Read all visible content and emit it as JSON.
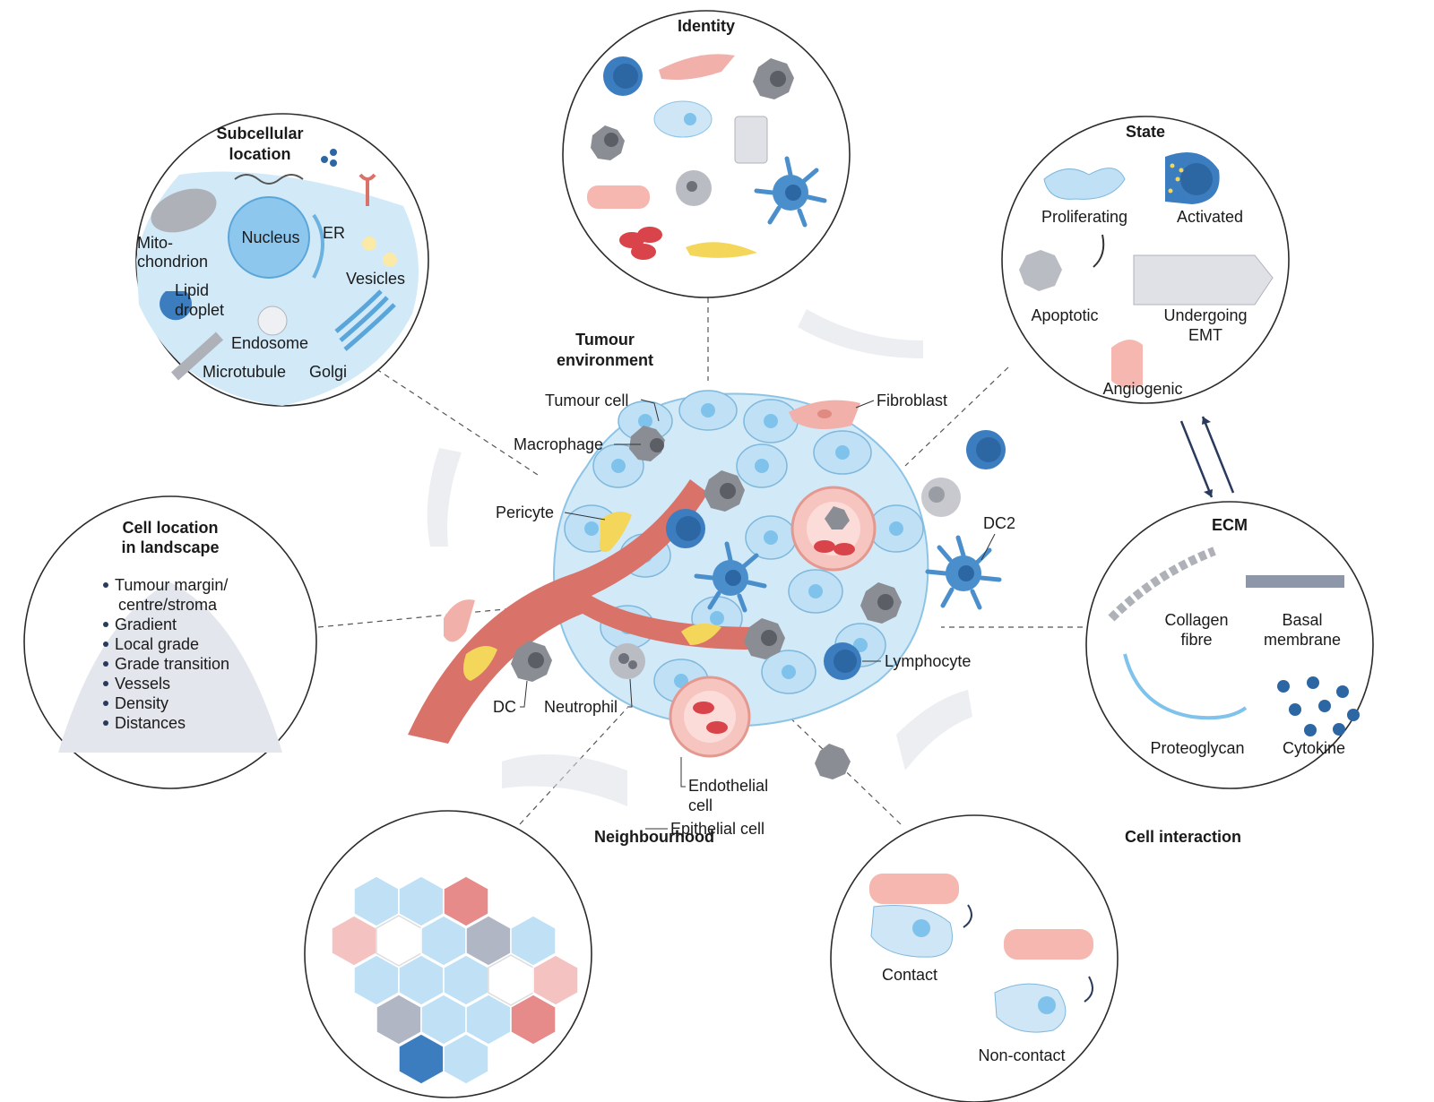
{
  "center": {
    "title": "Tumour environment",
    "labels": {
      "tumour_cell": "Tumour cell",
      "fibroblast": "Fibroblast",
      "macrophage": "Macrophage",
      "pericyte": "Pericyte",
      "dc2": "DC2",
      "lymphocyte": "Lymphocyte",
      "dc": "DC",
      "neutrophil": "Neutrophil",
      "endothelial_line1": "Endothelial",
      "endothelial_line2": "cell",
      "epithelial": "Epithelial cell"
    }
  },
  "identity": {
    "title": "Identity"
  },
  "subcellular": {
    "title_line1": "Subcellular",
    "title_line2": "location",
    "labels": {
      "nucleus": "Nucleus",
      "er": "ER",
      "mito_line1": "Mito-",
      "mito_line2": "chondrion",
      "vesicles": "Vesicles",
      "lipid_line1": "Lipid",
      "lipid_line2": "droplet",
      "endosome": "Endosome",
      "microtubule": "Microtubule",
      "golgi": "Golgi"
    }
  },
  "state": {
    "title": "State",
    "labels": {
      "proliferating": "Proliferating",
      "activated": "Activated",
      "apoptotic": "Apoptotic",
      "emt_line1": "Undergoing",
      "emt_line2": "EMT",
      "angiogenic": "Angiogenic"
    }
  },
  "cell_location": {
    "title_line1": "Cell location",
    "title_line2": "in landscape",
    "items": [
      "Tumour margin/",
      "centre/stroma",
      "Gradient",
      "Local grade",
      "Grade transition",
      "Vessels",
      "Density",
      "Distances"
    ]
  },
  "ecm": {
    "title": "ECM",
    "labels": {
      "collagen_line1": "Collagen",
      "collagen_line2": "fibre",
      "basal_line1": "Basal",
      "basal_line2": "membrane",
      "proteoglycan": "Proteoglycan",
      "cytokine": "Cytokine"
    }
  },
  "neighbourhood": {
    "title": "Neighbourhood"
  },
  "cell_interaction": {
    "title": "Cell interaction",
    "labels": {
      "contact": "Contact",
      "non_contact": "Non-contact"
    }
  },
  "colors": {
    "tumour_cell": "#bfe0f5",
    "vessel": "#d9736a",
    "pericyte": "#f3d65a",
    "immune_dark": "#3b7dbf",
    "macrophage": "#8a8d94",
    "red_blood_cell": "#d9434a",
    "endothelial": "#f2b0aa"
  }
}
